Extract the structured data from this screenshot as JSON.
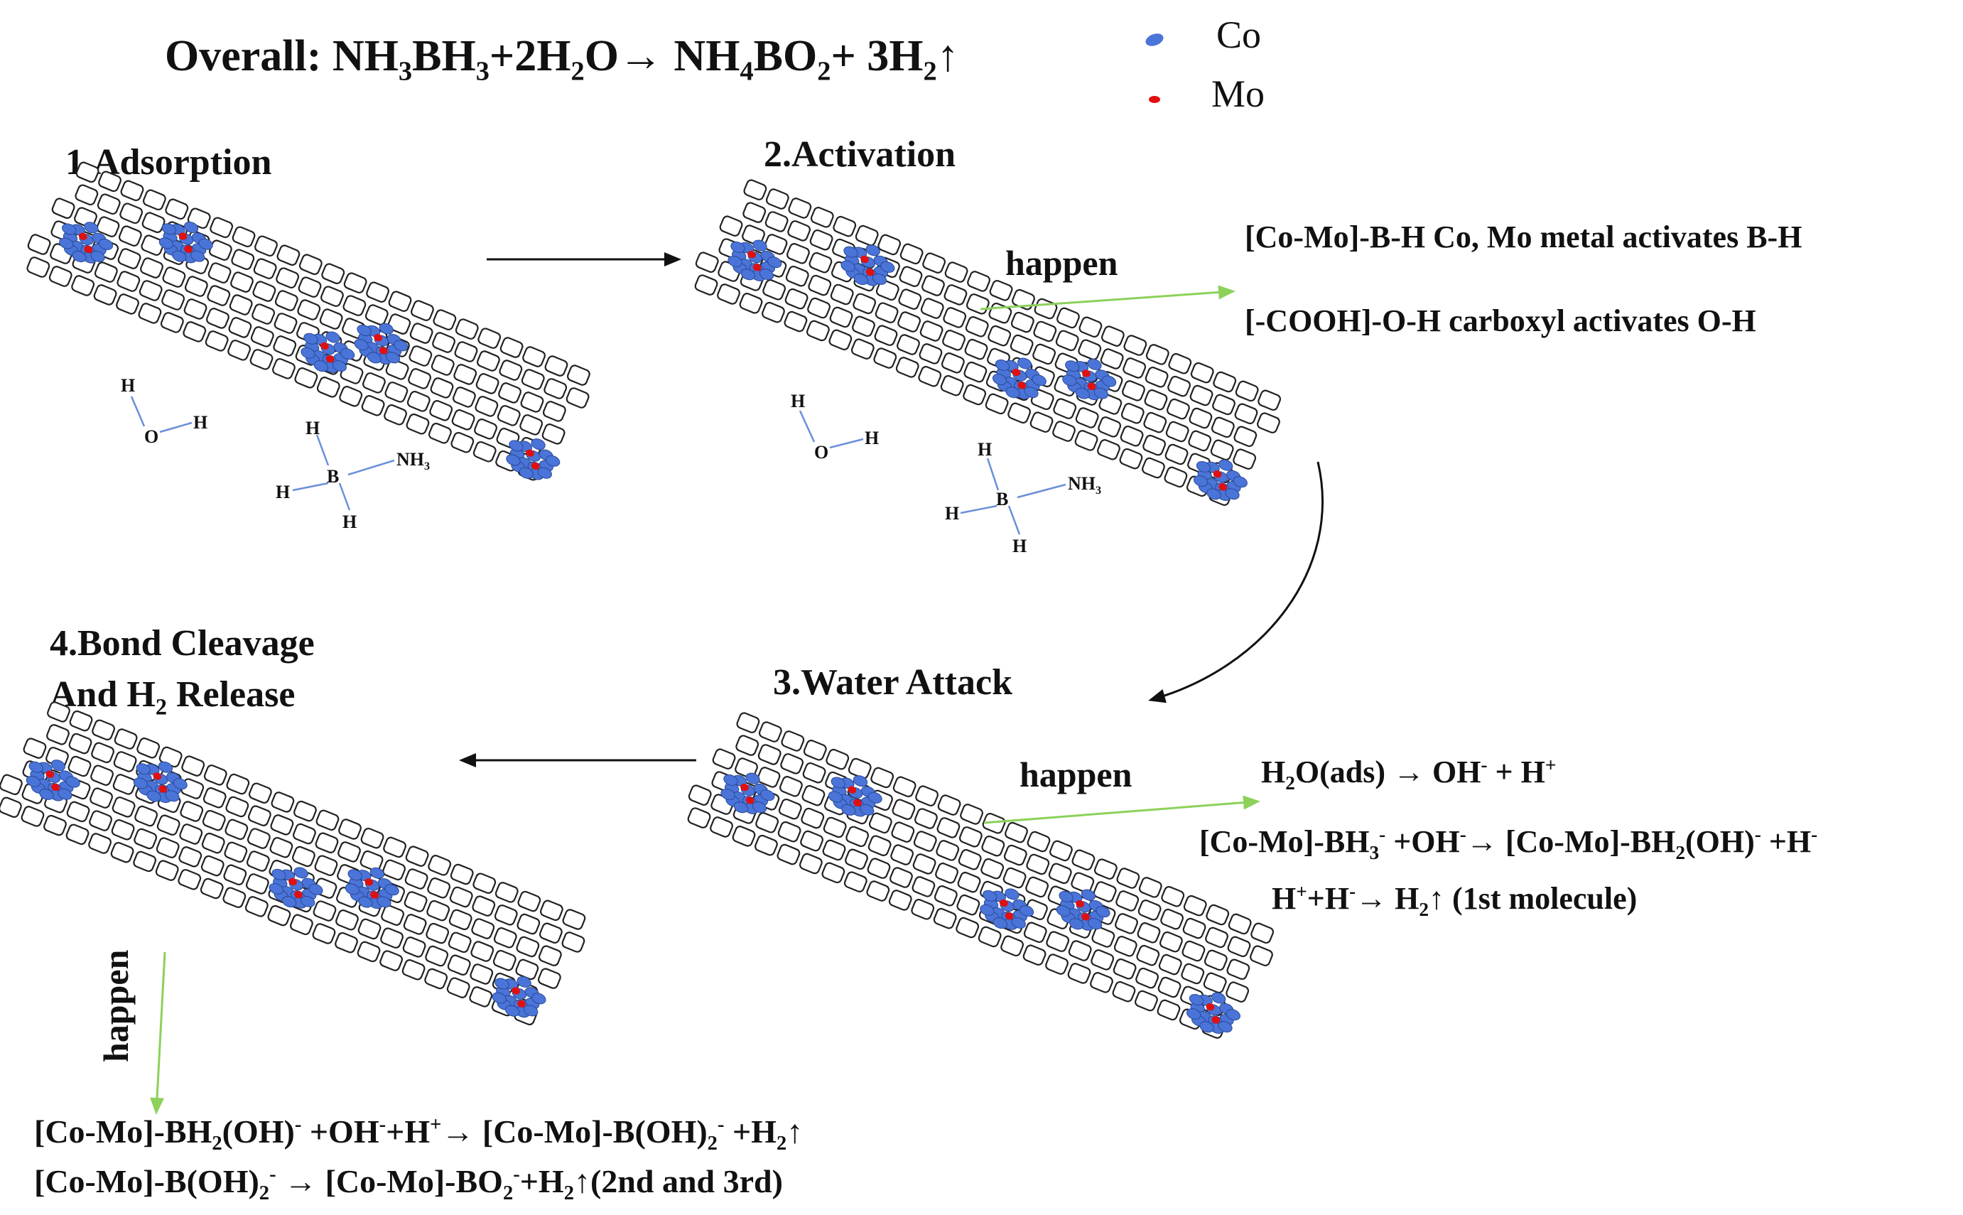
{
  "overall": {
    "label": "Overall:",
    "equation_parts": [
      "NH",
      "3",
      "BH",
      "3",
      "+2H",
      "2",
      "O→ NH",
      "4",
      "BO",
      "2",
      "+ 3H",
      "2",
      "↑"
    ]
  },
  "legend": {
    "items": [
      {
        "label": "Co",
        "color": "#4a74d8"
      },
      {
        "label": "Mo",
        "color": "#e01010"
      }
    ]
  },
  "steps": {
    "s1": "1.Adsorption",
    "s2": "2.Activation",
    "s3": "3.Water Attack",
    "s4_line1": "4.Bond Cleavage",
    "s4_line2_a": "And H",
    "s4_line2_sub": "2",
    "s4_line2_b": " Release"
  },
  "happen": "happen",
  "activation": {
    "line1": "[Co-Mo]-B-H  Co, Mo metal activates B-H",
    "line2": "[-COOH]-O-H   carboxyl  activates O-H"
  },
  "water_attack": {
    "line1": [
      "H",
      "2",
      "O(ads) → OH",
      "-",
      " + H",
      "+"
    ],
    "line2": [
      "[Co-Mo]-BH",
      "3",
      "-",
      " +OH",
      "-",
      "→ [Co-Mo]-BH",
      "2",
      "(OH)",
      "-",
      " +H",
      "-"
    ],
    "line3": [
      "H",
      "+",
      "+H",
      "-",
      "→ H",
      "2",
      "↑ (1st molecule)"
    ]
  },
  "bond_cleavage": {
    "line1": [
      "[Co-Mo]-BH",
      "2",
      "(OH)",
      "-",
      " +OH",
      "-",
      "+H",
      "+",
      "→ [Co-Mo]-B(OH)",
      "2",
      "-",
      " +H",
      "2",
      "↑"
    ],
    "line2": [
      "[Co-Mo]-B(OH)",
      "2",
      "-",
      " → [Co-Mo]-BO",
      "2",
      "-",
      "+H",
      "2",
      "↑(2nd and 3rd)"
    ]
  },
  "molecules": {
    "water": {
      "h1": "H",
      "o": "O",
      "h2": "H"
    },
    "ammonia_borane": {
      "h_top": "H",
      "b": "B",
      "h_left": "H",
      "h_bottom": "H",
      "nh3": "NH",
      "nh3_sub": "3"
    }
  },
  "colors": {
    "co": "#4a74d8",
    "mo": "#e01010",
    "green_arrow": "#8cd15a",
    "tube_stroke": "#222222"
  }
}
